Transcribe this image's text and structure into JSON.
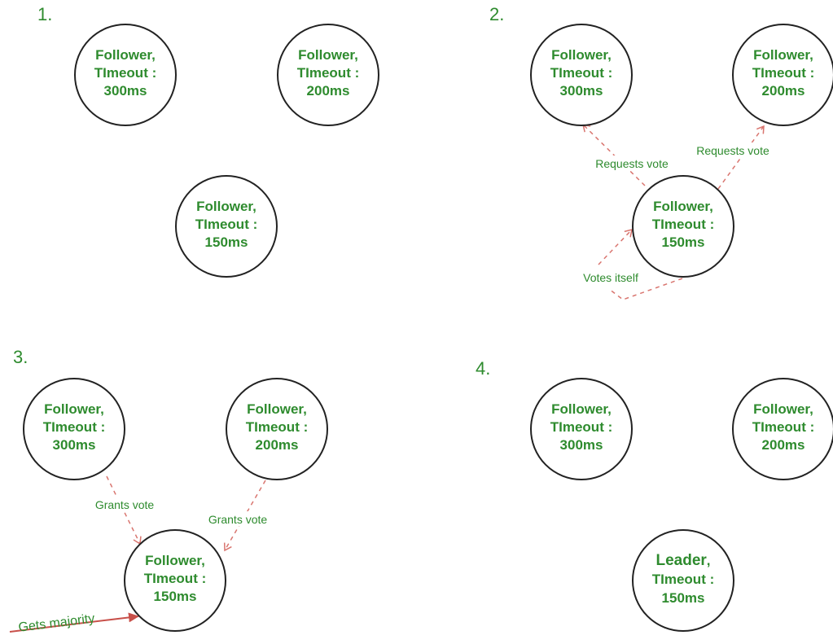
{
  "steps": [
    "1.",
    "2.",
    "3.",
    "4."
  ],
  "node": {
    "role": "Follower,",
    "timeout_label": "TImeout :",
    "t300": "300ms",
    "t200": "200ms",
    "t150": "150ms"
  },
  "leader": {
    "role": "Leader",
    "comma": ","
  },
  "edges": {
    "requests_vote": "Requests vote",
    "votes_itself": "Votes itself",
    "grants_vote": "Grants vote",
    "gets_majority": "Gets majority"
  },
  "colors": {
    "text": "#2e8b2e",
    "arrow": "#d9756f",
    "stroke": "#222222"
  }
}
